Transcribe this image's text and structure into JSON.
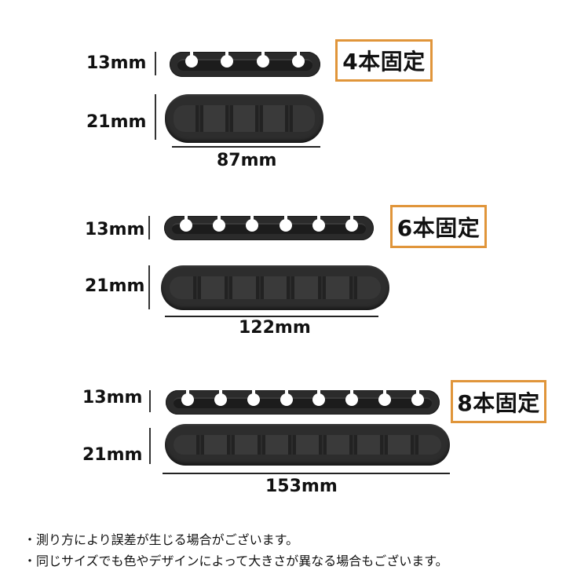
{
  "sections": [
    {
      "height_top": "13mm",
      "height_bottom": "21mm",
      "width": "87mm",
      "count_label": "4本固定",
      "holes": 4,
      "cells": 5
    },
    {
      "height_top": "13mm",
      "height_bottom": "21mm",
      "width": "122mm",
      "count_label": "6本固定",
      "holes": 6,
      "cells": 7
    },
    {
      "height_top": "13mm",
      "height_bottom": "21mm",
      "width": "153mm",
      "count_label": "8本固定",
      "holes": 8,
      "cells": 9
    }
  ],
  "notes": [
    "・測り方により誤差が生じる場合がございます。",
    "・同じサイズでも色やデザインによって大きさが異なる場合もございます。"
  ],
  "colors": {
    "box_border": "#e0953a",
    "product": "#2d2d2d",
    "text": "#111111"
  }
}
